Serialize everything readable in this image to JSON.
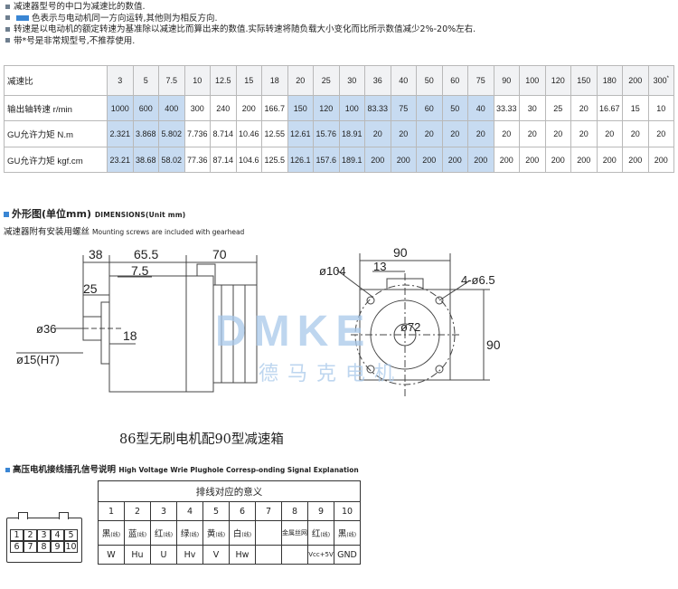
{
  "notes": {
    "line1": "减速器型号的中口为减速比的数值.",
    "line2": "色表示与电动机同一方向运转,其他则为相反方向.",
    "line3": "转速是以电动机的额定转速为基准除以减速比而算出来的数值.实际转速将随负载大小变化而比所示数值减少2%-20%左右.",
    "line4": "带*号是非常规型号,不推荐使用."
  },
  "spec_table": {
    "rows": [
      {
        "label": "减速比",
        "cells": [
          "3",
          "5",
          "7.5",
          "10",
          "12.5",
          "15",
          "18",
          "20",
          "25",
          "30",
          "36",
          "40",
          "50",
          "60",
          "75",
          "90",
          "100",
          "120",
          "150",
          "180",
          "200",
          "300"
        ],
        "last_sup": "*"
      },
      {
        "label": "输出轴转速 r/min",
        "cells": [
          "1000",
          "600",
          "400",
          "300",
          "240",
          "200",
          "166.7",
          "150",
          "120",
          "100",
          "83.33",
          "75",
          "60",
          "50",
          "40",
          "33.33",
          "30",
          "25",
          "20",
          "16.67",
          "15",
          "10"
        ]
      },
      {
        "label": "GU允许力矩 N.m",
        "cells": [
          "2.321",
          "3.868",
          "5.802",
          "7.736",
          "8.714",
          "10.46",
          "12.55",
          "12.61",
          "15.76",
          "18.91",
          "20",
          "20",
          "20",
          "20",
          "20",
          "20",
          "20",
          "20",
          "20",
          "20",
          "20",
          "20"
        ]
      },
      {
        "label": "GU允许力矩 kgf.cm",
        "cells": [
          "23.21",
          "38.68",
          "58.02",
          "77.36",
          "87.14",
          "104.6",
          "125.5",
          "126.1",
          "157.6",
          "189.1",
          "200",
          "200",
          "200",
          "200",
          "200",
          "200",
          "200",
          "200",
          "200",
          "200",
          "200",
          "200"
        ]
      }
    ],
    "highlight_columns": [
      0,
      1,
      2,
      7,
      8,
      9,
      10,
      11,
      12,
      13,
      14
    ],
    "colors": {
      "highlight": "#c7dbf1",
      "header_gray": "#f1f2f4",
      "accent": "#3a86d4"
    }
  },
  "dimensions": {
    "title_cn": "外形图(单位mm)",
    "title_en": "DIMENSIONS(Unit mm)",
    "note_cn": "减速器附有安装用螺丝",
    "note_en": "Mounting screws are included with gearhead",
    "labels": {
      "d38": "38",
      "d65_5": "65.5",
      "d70": "70",
      "d7_5": "7.5",
      "d25": "25",
      "d36": "ø36",
      "d18": "18",
      "d15": "ø15(H7)",
      "d104": "ø104",
      "d90_top": "90",
      "d13": "13",
      "d4_6_5": "4-ø6.5",
      "d72": "ø72",
      "d90_side": "90"
    },
    "watermark_latin": "DMKE",
    "watermark_cn": "德马克电机",
    "caption": "86型无刷电机配90型减速箱"
  },
  "connector": {
    "title_cn": "高压电机接线插孔信号说明",
    "title_en": "High Voltage Wrie Plughole Corresp-onding Signal Explanation",
    "table_header": "排线对应的意义",
    "pins": [
      "1",
      "2",
      "3",
      "4",
      "5",
      "6",
      "7",
      "8",
      "9",
      "10"
    ],
    "colors_cn": [
      "黑",
      "蓝",
      "红",
      "绿",
      "黄",
      "白",
      "",
      "金属丝网",
      "红",
      "黑"
    ],
    "color_suffix": "(线)",
    "signals": [
      "W",
      "Hu",
      "U",
      "Hv",
      "V",
      "Hw",
      "",
      "",
      "Vcc+5V",
      "GND"
    ],
    "plug_top": [
      "1",
      "2",
      "3",
      "4",
      "5"
    ],
    "plug_bottom": [
      "6",
      "7",
      "8",
      "9",
      "10"
    ]
  }
}
